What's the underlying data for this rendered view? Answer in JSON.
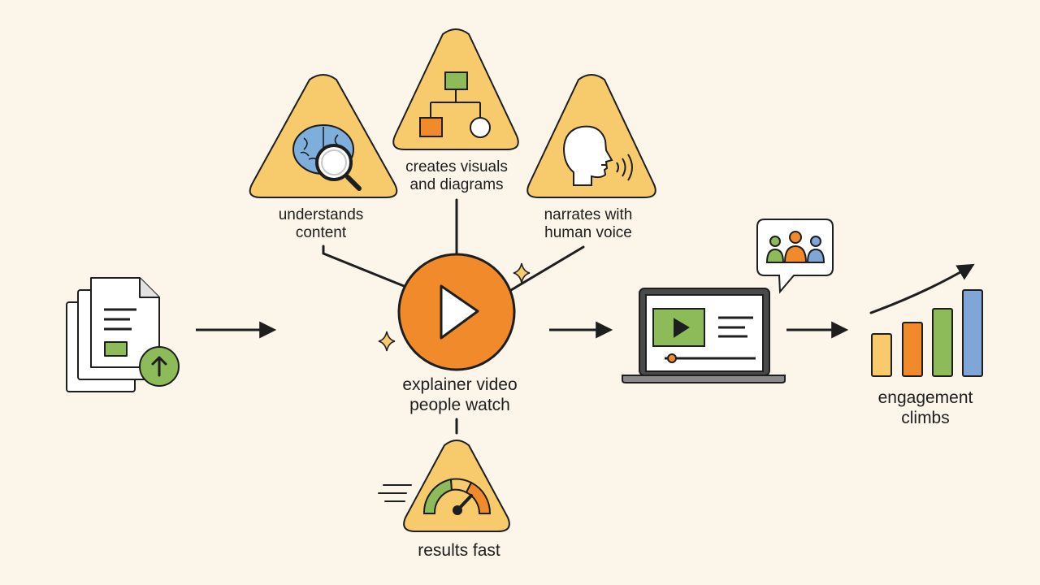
{
  "colors": {
    "background": "#FBF5EA",
    "triangle_fill": "#F7CB6B",
    "accent_orange": "#F08A2A",
    "green": "#8DBB5A",
    "green_dark": "#4F8A3A",
    "blue": "#7FA6D6",
    "brain_blue": "#7EAEDB",
    "yellow": "#F7CB6B",
    "stroke": "#1E1E1E"
  },
  "labels": {
    "understands": [
      "understands",
      "content"
    ],
    "visuals": [
      "creates visuals",
      "and diagrams"
    ],
    "narrates": [
      "narrates with",
      "human voice"
    ],
    "center": [
      "explainer video",
      "people watch"
    ],
    "results": "results fast",
    "engagement": [
      "engagement",
      "climbs"
    ]
  },
  "icons": {
    "documents": "document-upload-icon",
    "brain": "brain-magnifier-icon",
    "flowchart": "flowchart-icon",
    "voice": "speaking-head-icon",
    "play": "play-button-icon",
    "speed": "speedometer-icon",
    "laptop": "laptop-video-icon",
    "audience": "audience-speech-bubble-icon",
    "growth": "growth-bar-chart-icon",
    "sparkle": "sparkle-icon"
  }
}
